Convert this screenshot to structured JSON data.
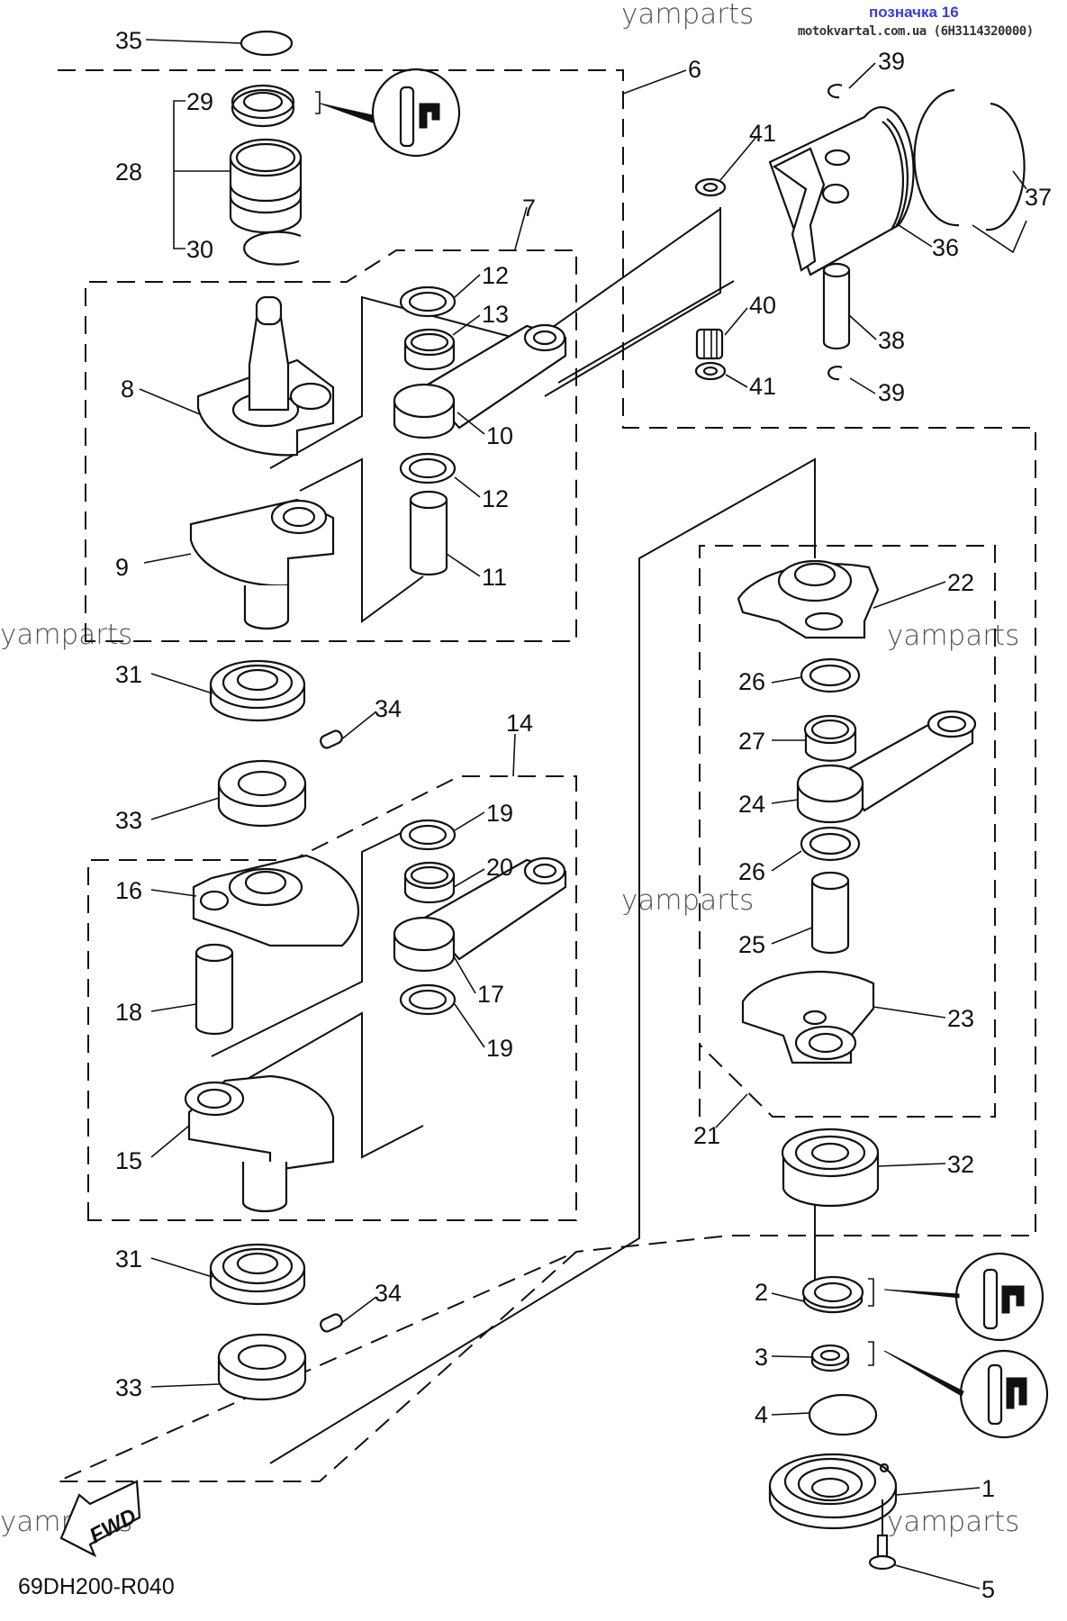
{
  "header": {
    "badge": "позначка 16",
    "source": "motokvartal.com.ua (6H3114320000)"
  },
  "watermark": "yamparts",
  "diagram_code": "69DH200-R040",
  "fwd_label": "FWD",
  "legend_icon": "grease-seal-lip-icon",
  "callouts": [
    {
      "id": "c35",
      "num": "35"
    },
    {
      "id": "c29",
      "num": "29"
    },
    {
      "id": "c28",
      "num": "28"
    },
    {
      "id": "c30",
      "num": "30"
    },
    {
      "id": "c6",
      "num": "6"
    },
    {
      "id": "c7",
      "num": "7"
    },
    {
      "id": "c12a",
      "num": "12"
    },
    {
      "id": "c13",
      "num": "13"
    },
    {
      "id": "c8",
      "num": "8"
    },
    {
      "id": "c10",
      "num": "10"
    },
    {
      "id": "c12b",
      "num": "12"
    },
    {
      "id": "c9",
      "num": "9"
    },
    {
      "id": "c11",
      "num": "11"
    },
    {
      "id": "c39a",
      "num": "39"
    },
    {
      "id": "c41a",
      "num": "41"
    },
    {
      "id": "c37",
      "num": "37"
    },
    {
      "id": "c36",
      "num": "36"
    },
    {
      "id": "c40",
      "num": "40"
    },
    {
      "id": "c38",
      "num": "38"
    },
    {
      "id": "c41b",
      "num": "41"
    },
    {
      "id": "c39b",
      "num": "39"
    },
    {
      "id": "c22",
      "num": "22"
    },
    {
      "id": "c26a",
      "num": "26"
    },
    {
      "id": "c27",
      "num": "27"
    },
    {
      "id": "c24",
      "num": "24"
    },
    {
      "id": "c26b",
      "num": "26"
    },
    {
      "id": "c25",
      "num": "25"
    },
    {
      "id": "c23",
      "num": "23"
    },
    {
      "id": "c21",
      "num": "21"
    },
    {
      "id": "c32",
      "num": "32"
    },
    {
      "id": "c31a",
      "num": "31"
    },
    {
      "id": "c34a",
      "num": "34"
    },
    {
      "id": "c14",
      "num": "14"
    },
    {
      "id": "c33a",
      "num": "33"
    },
    {
      "id": "c19a",
      "num": "19"
    },
    {
      "id": "c20",
      "num": "20"
    },
    {
      "id": "c16",
      "num": "16"
    },
    {
      "id": "c17",
      "num": "17"
    },
    {
      "id": "c18",
      "num": "18"
    },
    {
      "id": "c19b",
      "num": "19"
    },
    {
      "id": "c15",
      "num": "15"
    },
    {
      "id": "c31b",
      "num": "31"
    },
    {
      "id": "c34b",
      "num": "34"
    },
    {
      "id": "c33b",
      "num": "33"
    },
    {
      "id": "c2",
      "num": "2"
    },
    {
      "id": "c3",
      "num": "3"
    },
    {
      "id": "c4",
      "num": "4"
    },
    {
      "id": "c1",
      "num": "1"
    },
    {
      "id": "c5",
      "num": "5"
    }
  ]
}
